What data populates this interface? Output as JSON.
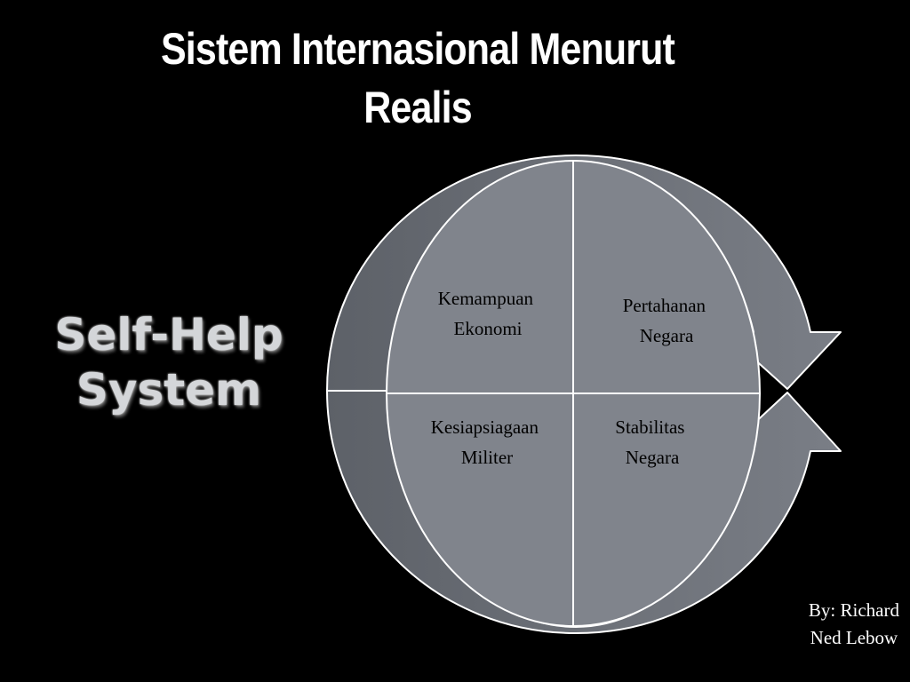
{
  "slide": {
    "title_line1": "Sistem Internasional Menurut",
    "title_line2": "Realis",
    "subtitle_line1": "Self-Help",
    "subtitle_line2": "System"
  },
  "diagram": {
    "quadrants": {
      "top_left": {
        "line1": "Kemampuan",
        "line2": "Ekonomi"
      },
      "top_right": {
        "line1": "Pertahanan",
        "line2": "Negara"
      },
      "bottom_left": {
        "line1": "Kesiapsiagaan",
        "line2": "Militer"
      },
      "bottom_right": {
        "line1": "Stabilitas",
        "line2": "Negara"
      }
    },
    "colors": {
      "quadrant_fill": "#7f838b",
      "arrow_fill": "#6b6f77",
      "outline": "#ffffff",
      "background": "#000000"
    }
  },
  "credit": {
    "line1": "By: Richard",
    "line2": "Ned Lebow"
  }
}
